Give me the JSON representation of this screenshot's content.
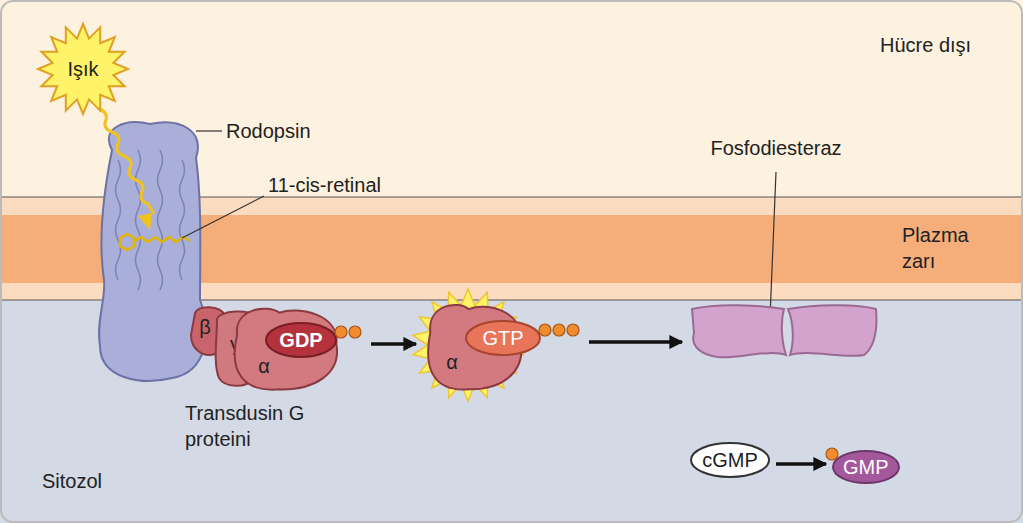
{
  "diagram": {
    "nodes": [
      {
        "text": [
          "Işık"
        ]
      },
      {
        "text": [
          "β"
        ]
      },
      {
        "text": [
          "γ"
        ]
      },
      {
        "text": [
          "α"
        ]
      },
      {
        "text": [
          "GDP"
        ],
        "in": 3
      },
      {
        "text": [
          "α"
        ]
      },
      {
        "text": [
          "GTP"
        ],
        "in": 5
      },
      {
        "text": [
          "Fosfodiesteraz"
        ]
      },
      {
        "text": [
          "cGMP"
        ]
      },
      {
        "text": [
          "GMP"
        ]
      }
    ],
    "edges": [
      {
        "from": 4,
        "to": 5,
        "arrow": "to"
      },
      {
        "from": 6,
        "to": 7,
        "arrow": "to"
      },
      {
        "from": 8,
        "to": 9,
        "arrow": "to"
      }
    ],
    "labels": [
      "Hücre dışı",
      "Plazma zarı",
      "Rodopsin",
      "11-cis-retinal",
      "Transdusin G proteini",
      "Sitozol"
    ]
  }
}
